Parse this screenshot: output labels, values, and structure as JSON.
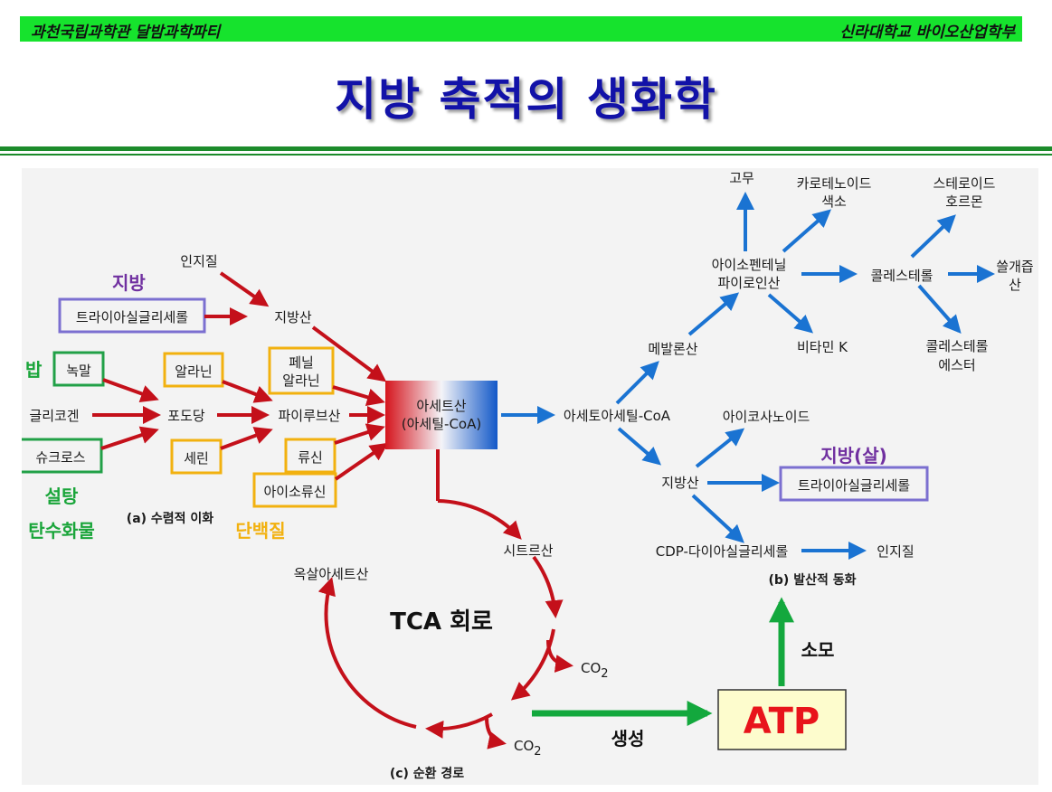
{
  "header": {
    "left": "과천국립과학관 달밤과학파티",
    "right": "신라대학교 바이오산업학부"
  },
  "title": "지방 축적의 생화학",
  "labels": {
    "fat": "지방",
    "triacylglycerol_in": "트라이아실글리세롤",
    "lipid_in": "인지질",
    "fatty_acid_in": "지방산",
    "rice": "밥",
    "maltose": "녹말",
    "glycogen": "글리코겐",
    "sucrose": "슈크로스",
    "sugar": "설탕",
    "carbohydrate": "탄수화물",
    "glucose": "포도당",
    "alanine": "알라닌",
    "serine": "세린",
    "phenylalanine_1": "페닐",
    "phenylalanine_2": "알라닌",
    "pyruvate": "파이루브산",
    "leucine": "류신",
    "isoleucine": "아이소류신",
    "protein": "단백질",
    "caption_a": "(a) 수렴적 이화",
    "acetate_1": "아세트산",
    "acetate_2": "(아세틸-CoA)",
    "acetoacetyl": "아세토아세틸-CoA",
    "mevalonate": "메발론산",
    "ipp_1": "아이소펜테닐",
    "ipp_2": "파이로인산",
    "rubber": "고무",
    "carotenoid_1": "카로테노이드",
    "carotenoid_2": "색소",
    "vitamin_k": "비타민 K",
    "cholesterol": "콜레스테롤",
    "steroid_1": "스테로이드",
    "steroid_2": "호르몬",
    "bile_1": "쓸개즙",
    "bile_2": "산",
    "chol_ester_1": "콜레스테롤",
    "chol_ester_2": "에스터",
    "eicosanoid": "아이코사노이드",
    "fatty_acid_out": "지방산",
    "fat_flesh": "지방(살)",
    "triacylglycerol_out": "트라이아실글리세롤",
    "cdp_dag": "CDP-다이아실글리세롤",
    "lipid_out": "인지질",
    "caption_b": "(b) 발산적 동화",
    "citrate": "시트르산",
    "oxaloacetate": "옥살아세트산",
    "tca": "TCA 회로",
    "co2": "CO",
    "co2_sub": "2",
    "caption_c": "(c) 순환 경로",
    "produce": "생성",
    "consume": "소모",
    "atp": "ATP"
  },
  "colors": {
    "header_bar": "#16e32d",
    "title": "#1212a8",
    "rule": "#1c8b2b",
    "catabolic_arrow": "#c4101a",
    "anabolic_arrow": "#1a73d2",
    "energy_arrow": "#13a83d",
    "purple_box": "#7b6fd0",
    "green_box": "#21a047",
    "orange_box": "#f2b10f",
    "atp_box": "#fdfccd",
    "atp_text": "#e8141b"
  }
}
